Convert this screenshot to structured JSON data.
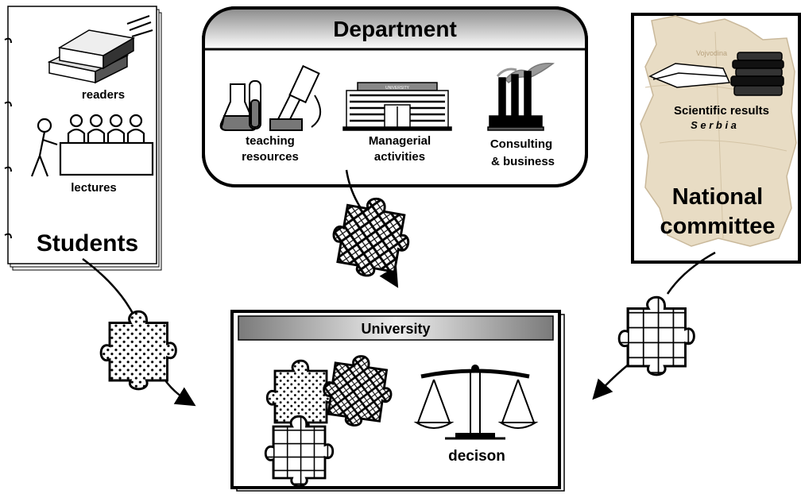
{
  "students": {
    "title": "Students",
    "readers_label": "readers",
    "lectures_label": "lectures"
  },
  "department": {
    "title": "Department",
    "items": [
      {
        "line1": "teaching",
        "line2": "resources"
      },
      {
        "line1": "Managerial",
        "line2": "activities"
      },
      {
        "line1": "Consulting",
        "line2": "& business"
      }
    ],
    "building_sign": "UNIVERSITY"
  },
  "national_committee": {
    "map_region_label": "Vojvodina",
    "map_country_label": "S e r b i a",
    "results_label": "Scientific results",
    "title_line1": "National",
    "title_line2": "committee"
  },
  "university": {
    "title": "University",
    "decision_label": "decison"
  },
  "colors": {
    "map_fill": "#e8dcc4",
    "header_gradient_dark": "#8a8a8a",
    "header_gradient_light": "#ffffff"
  }
}
